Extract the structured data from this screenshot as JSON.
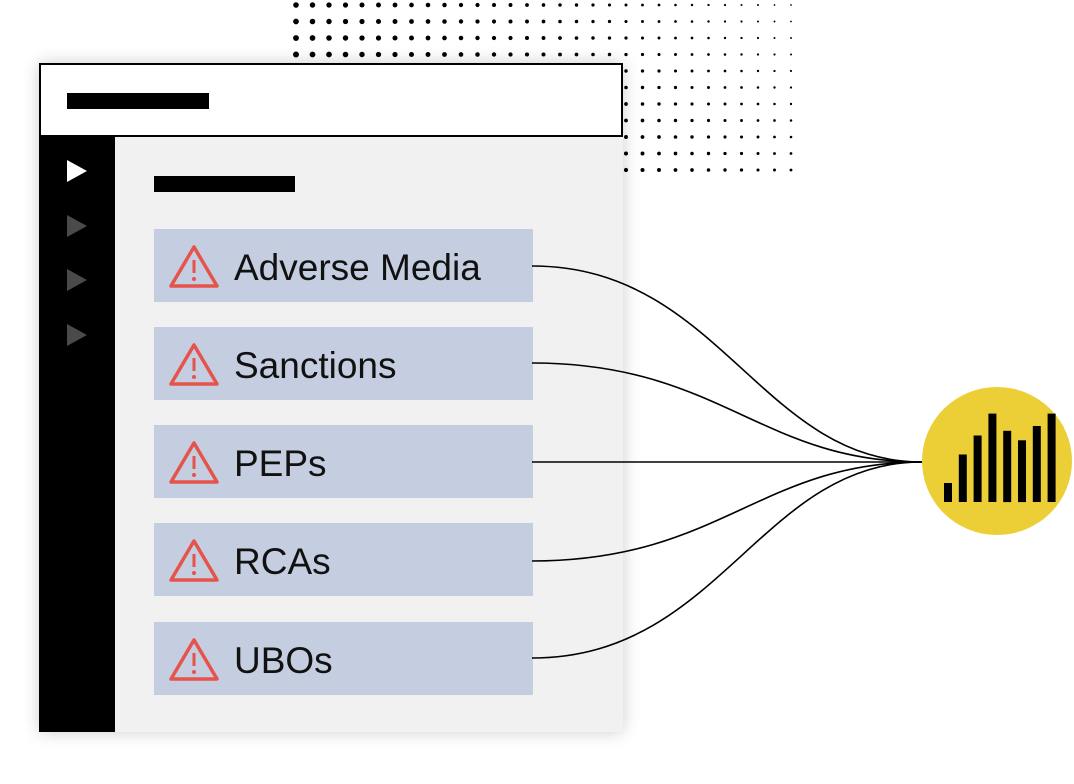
{
  "window": {
    "sidebar": {
      "arrows": [
        {
          "name": "sidebar-arrow-1",
          "active": true
        },
        {
          "name": "sidebar-arrow-2",
          "active": false
        },
        {
          "name": "sidebar-arrow-3",
          "active": false
        },
        {
          "name": "sidebar-arrow-4",
          "active": false
        }
      ]
    },
    "items": [
      {
        "label": "Adverse Media",
        "icon": "warning-triangle-icon"
      },
      {
        "label": "Sanctions",
        "icon": "warning-triangle-icon"
      },
      {
        "label": "PEPs",
        "icon": "warning-triangle-icon"
      },
      {
        "label": "RCAs",
        "icon": "warning-triangle-icon"
      },
      {
        "label": "UBOs",
        "icon": "warning-triangle-icon"
      }
    ]
  },
  "hub": {
    "icon": "bar-chart-icon",
    "bar_levels": [
      0.2,
      0.5,
      0.7,
      0.93,
      0.75,
      0.65,
      0.8,
      0.93
    ]
  },
  "colors": {
    "item_background": "#c4cee0",
    "warning": "#e5534b",
    "hub": "#eccf36",
    "sidebar": "#000000",
    "window_background": "#f1f1f1"
  }
}
